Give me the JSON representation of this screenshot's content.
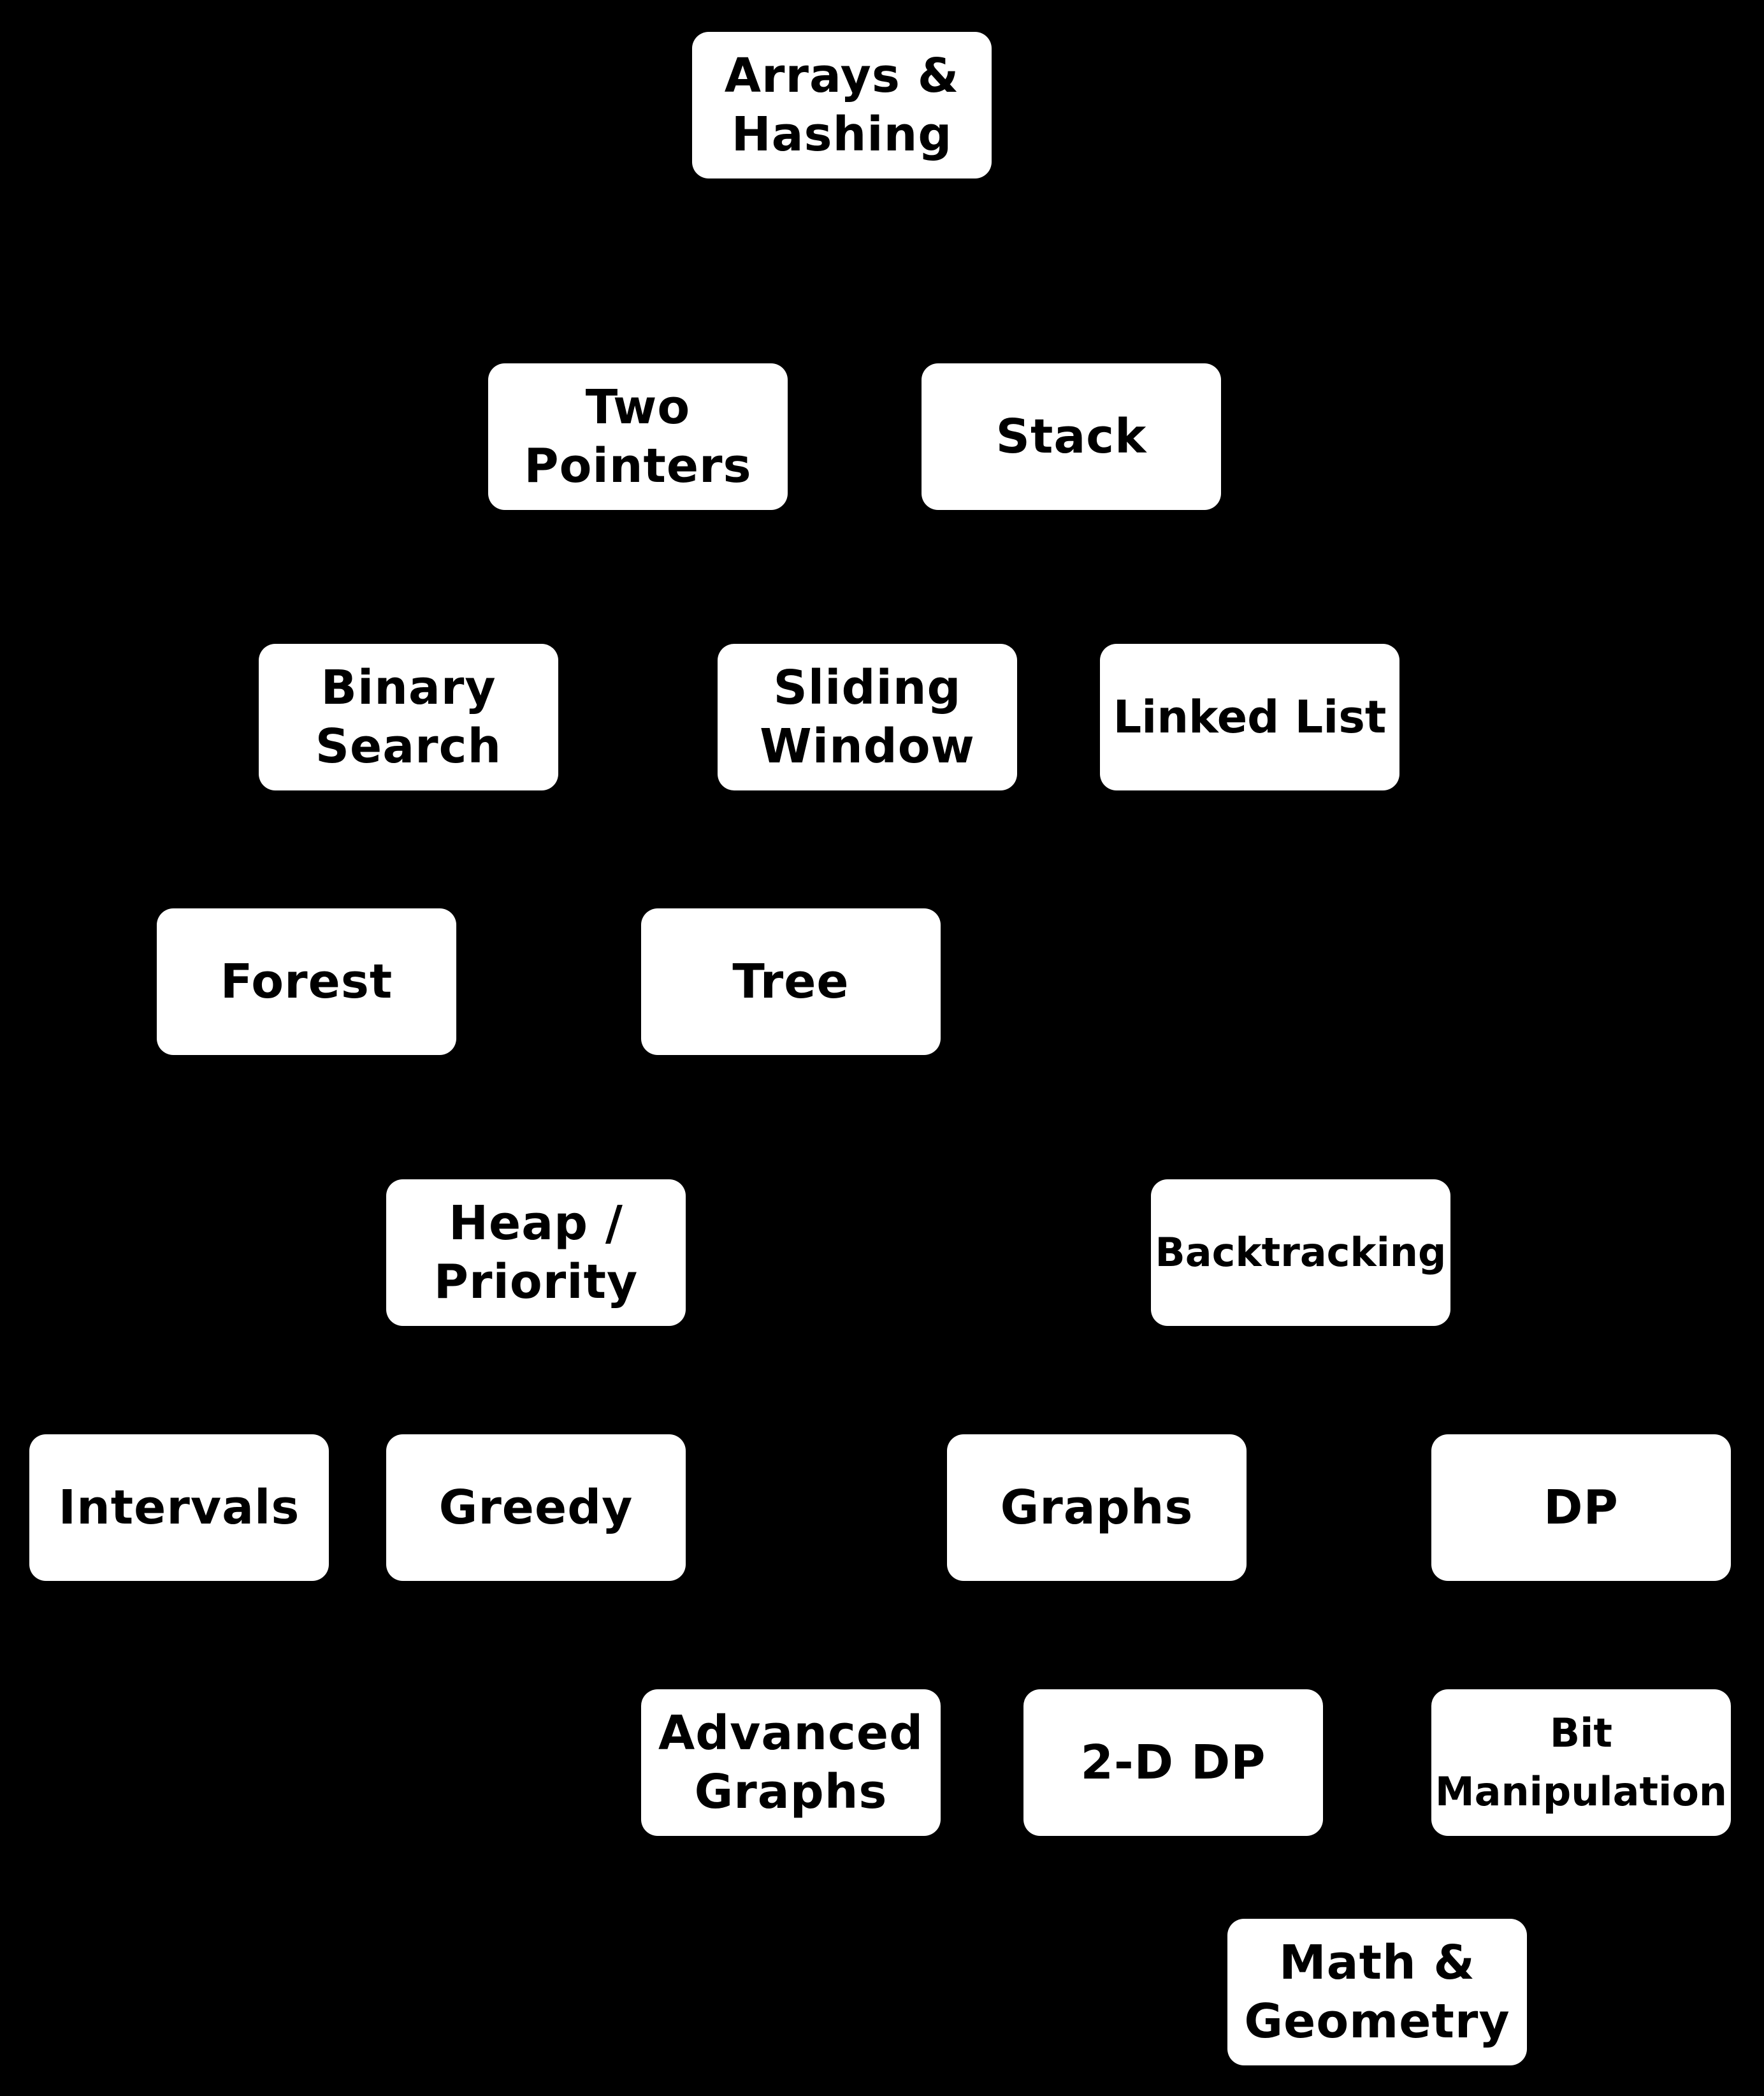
{
  "diagram": {
    "colors": {
      "background": "#000000",
      "node_fill": "#ffffff",
      "text": "#000000"
    },
    "nodes": {
      "arrays_hashing": "Arrays &\nHashing",
      "two_pointers": "Two\nPointers",
      "stack": "Stack",
      "binary_search": "Binary\nSearch",
      "sliding_window": "Sliding\nWindow",
      "linked_list": "Linked List",
      "forest": "Forest",
      "tree": "Tree",
      "heap_priority": "Heap /\nPriority",
      "backtracking": "Backtracking",
      "intervals": "Intervals",
      "greedy": "Greedy",
      "graphs": "Graphs",
      "dp": "DP",
      "advanced_graphs": "Advanced\nGraphs",
      "two_d_dp": "2-D DP",
      "bit_manipulation": "Bit\nManipulation",
      "math_geometry": "Math &\nGeometry"
    }
  }
}
